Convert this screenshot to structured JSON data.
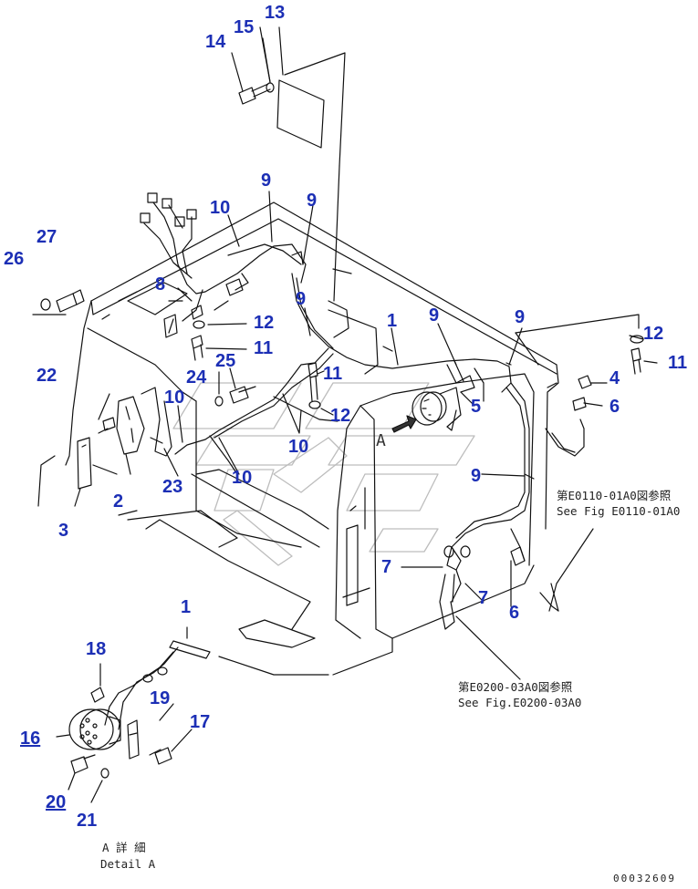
{
  "callouts": {
    "c1a": "1",
    "c1b": "1",
    "c2": "2",
    "c3": "3",
    "c4": "4",
    "c5": "5",
    "c6a": "6",
    "c6b": "6",
    "c7a": "7",
    "c7b": "7",
    "c8": "8",
    "c9a": "9",
    "c9b": "9",
    "c9c": "9",
    "c9d": "9",
    "c9e": "9",
    "c9f": "9",
    "c10a": "10",
    "c10b": "10",
    "c10c": "10",
    "c10d": "10",
    "c11a": "11",
    "c11b": "11",
    "c11c": "11",
    "c12a": "12",
    "c12b": "12",
    "c12c": "12",
    "c13": "13",
    "c14": "14",
    "c15": "15",
    "c16": "16",
    "c17": "17",
    "c18": "18",
    "c19": "19",
    "c20": "20",
    "c21": "21",
    "c22": "22",
    "c23": "23",
    "c24": "24",
    "c25": "25",
    "c26": "26",
    "c27": "27"
  },
  "references": {
    "ref1_jp": "第E0110-01A0図参照",
    "ref1_en": "See Fig E0110-01A0",
    "ref2_jp": "第E0200-03A0図参照",
    "ref2_en": "See Fig.E0200-03A0"
  },
  "detail": {
    "jp": "A 詳 細",
    "en": "Detail A",
    "marker": "A"
  },
  "drawing_number": "00032609",
  "colors": {
    "callout": "#1c2fb5",
    "line": "#111111",
    "watermark": "#bdbdbd"
  }
}
